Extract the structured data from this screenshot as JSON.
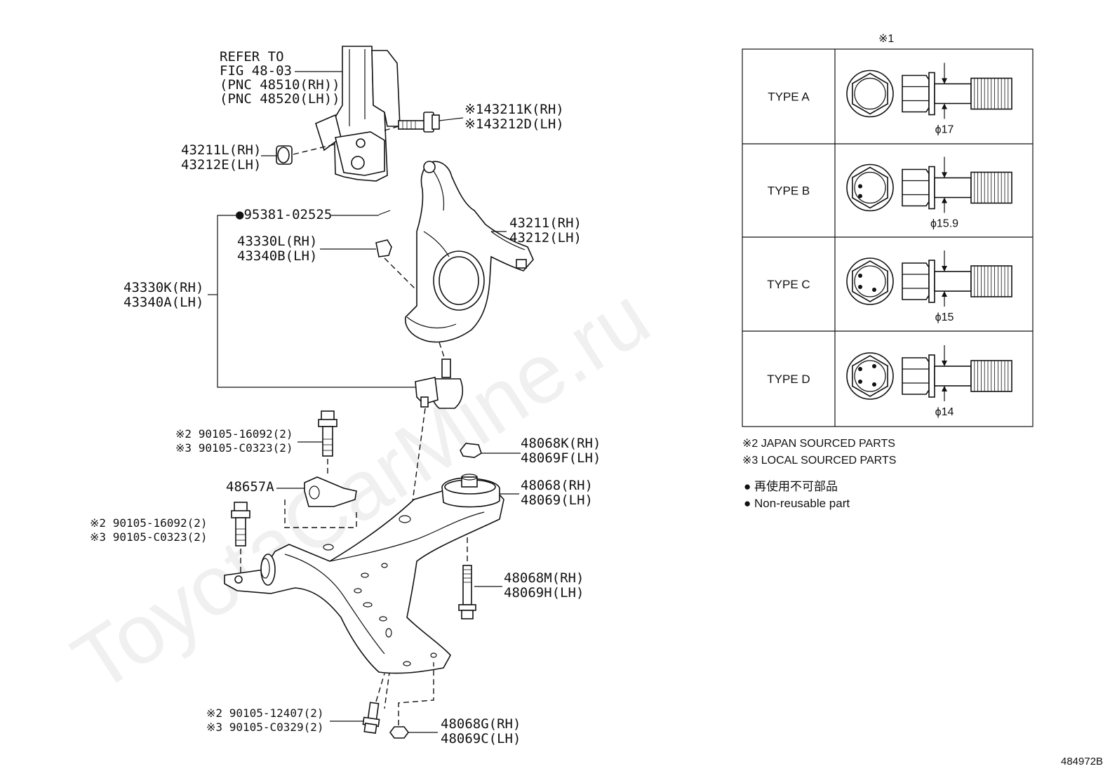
{
  "watermark": "ToyotaCarMine.ru",
  "refer_note": {
    "line1": "REFER TO",
    "line2": "FIG 48-03",
    "line3": "(PNC 48510(RH))",
    "line4": "(PNC 48520(LH))"
  },
  "callouts": {
    "bolt_43211K": {
      "mark": "※1",
      "rh": "43211K(RH)",
      "lh_mark": "※1",
      "lh": "43212D(LH)"
    },
    "nut_43211L": {
      "rh": "43211L(RH)",
      "lh": "43212E(LH)"
    },
    "pin_95381": {
      "bullet": "●",
      "code": "95381-02525"
    },
    "cover_43330L": {
      "rh": "43330L(RH)",
      "lh": "43340B(LH)"
    },
    "joint_43330K": {
      "rh": "43330K(RH)",
      "lh": "43340A(LH)"
    },
    "knuckle_43211": {
      "rh": "43211(RH)",
      "lh": "43212(LH)"
    },
    "bolt_upper": {
      "mark2": "※2",
      "code2": "90105-16092(2)",
      "mark3": "※3",
      "code3": "90105-C0323(2)"
    },
    "bracket_48657A": {
      "code": "48657A"
    },
    "bolt_lower_left": {
      "mark2": "※2",
      "code2": "90105-16092(2)",
      "mark3": "※3",
      "code3": "90105-C0323(2)"
    },
    "nut_48068K": {
      "rh": "48068K(RH)",
      "lh": "48069F(LH)"
    },
    "bushing_48068": {
      "rh": "48068(RH)",
      "lh": "48069(LH)"
    },
    "bolt_48068M": {
      "rh": "48068M(RH)",
      "lh": "48069H(LH)"
    },
    "bolt_bottom": {
      "mark2": "※2",
      "code2": "90105-12407(2)",
      "mark3": "※3",
      "code3": "90105-C0329(2)"
    },
    "nut_48068G": {
      "rh": "48068G(RH)",
      "lh": "48069C(LH)"
    }
  },
  "type_table": {
    "header_mark": "※1",
    "rows": [
      {
        "label": "TYPE A",
        "diameter": "ϕ17",
        "dots": 0
      },
      {
        "label": "TYPE B",
        "diameter": "ϕ15.9",
        "dots": 2
      },
      {
        "label": "TYPE C",
        "diameter": "ϕ15",
        "dots": 3
      },
      {
        "label": "TYPE D",
        "diameter": "ϕ14",
        "dots": 4
      }
    ]
  },
  "notes": {
    "japan": "※2 JAPAN SOURCED PARTS",
    "local": "※3 LOCAL SOURCED PARTS",
    "nonreuse_jp_bullet": "●",
    "nonreuse_jp": "再使用不可部品",
    "nonreuse_en_bullet": "●",
    "nonreuse_en": "Non-reusable part"
  },
  "figure_id": "484972B"
}
